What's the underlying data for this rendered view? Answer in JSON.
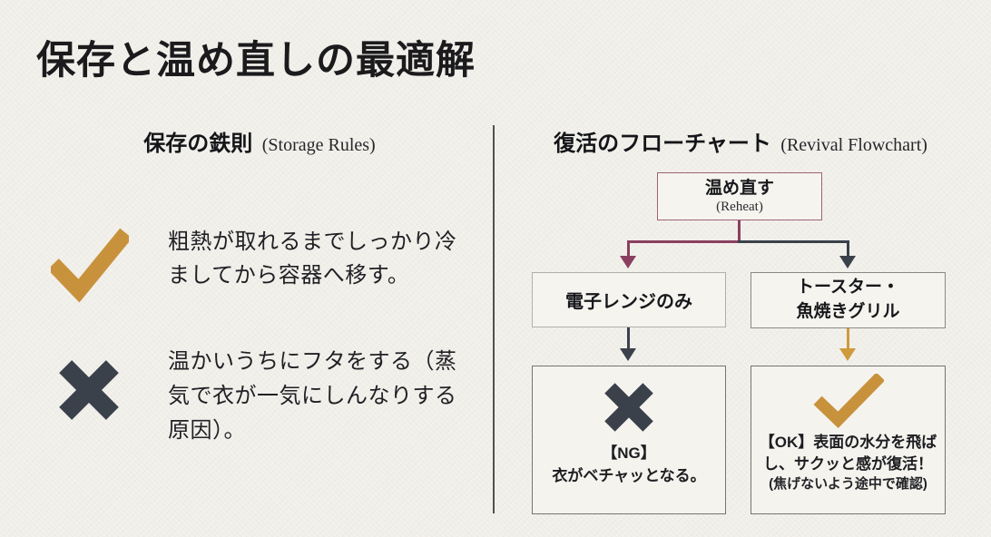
{
  "title": "保存と温め直しの最適解",
  "left": {
    "heading_ja": "保存の鉄則",
    "heading_en": "(Storage Rules)",
    "items": [
      {
        "icon": "check-icon",
        "text": "粗熱が取れるまでしっかり冷ましてから容器へ移す。"
      },
      {
        "icon": "cross-icon",
        "text": "温かいうちにフタをする（蒸気で衣が一気にしんなりする原因）。"
      }
    ]
  },
  "right": {
    "heading_ja": "復活のフローチャート",
    "heading_en": "(Revival Flowchart)",
    "flowchart": {
      "root": {
        "label": "温め直す",
        "sublabel": "(Reheat)"
      },
      "microwave": {
        "label": "電子レンジのみ"
      },
      "toaster": {
        "lines": [
          "トースター・",
          "魚焼きグリル"
        ]
      },
      "ng": {
        "tag": "【NG】",
        "text": "衣がベチャッとなる。"
      },
      "ok": {
        "text": "【OK】表面の水分を飛ばし、サクッと感が復活！",
        "note": "(焦げないよう途中で確認)"
      }
    }
  },
  "colors": {
    "background": "#f3f1ec",
    "ink": "#1f2023",
    "gold": "#c8923c",
    "gold_arrow": "#cf9a3d",
    "slate": "#3a414b",
    "plum": "#8a3f60",
    "node_background": "#f6f4ef",
    "node_border_light": "#b3b0a7",
    "node_border_mid": "#8a8981",
    "node_border_dark": "#75746e",
    "root_border": "#9b6377",
    "divider": "#52514c"
  }
}
